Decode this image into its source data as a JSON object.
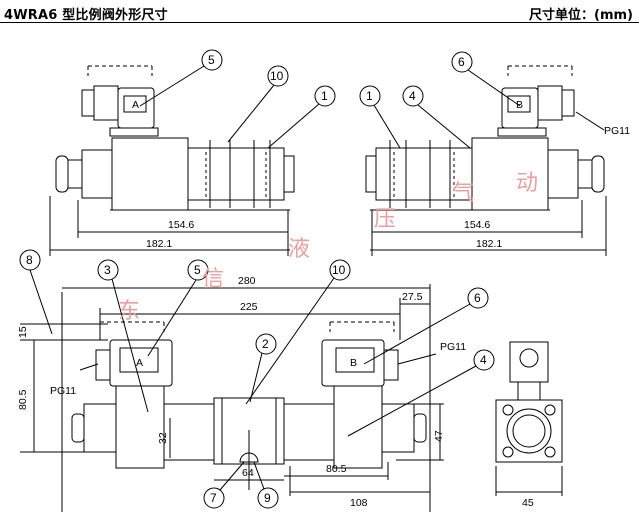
{
  "header": {
    "title": "4WRA6 型比例阀外形尺寸",
    "unit": "尺寸单位：(mm)"
  },
  "watermark": [
    "东",
    "信",
    "液",
    "压",
    "气",
    "动"
  ],
  "top_left_view": {
    "balloons": [
      "5",
      "10",
      "1"
    ],
    "coil_letter": "A",
    "dims": [
      "154.6",
      "182.1"
    ]
  },
  "top_right_view": {
    "balloons": [
      "6",
      "1",
      "4"
    ],
    "coil_letter": "B",
    "pg_label": "PG11",
    "dims": [
      "154.6",
      "182.1"
    ]
  },
  "front_view": {
    "balloons": [
      "8",
      "3",
      "5",
      "10",
      "2",
      "6",
      "4",
      "7",
      "9"
    ],
    "coil_a": "A",
    "coil_b": "B",
    "pg_left": "PG11",
    "pg_right": "PG11",
    "dims": {
      "total": "280",
      "inner": "225",
      "right_end": "27.5",
      "left_small": "15",
      "height": "80.5",
      "body_h": "32",
      "center": "64",
      "right_inner": "80.5",
      "right_outer": "108"
    }
  },
  "side_view": {
    "dims": [
      "47",
      "45"
    ]
  },
  "colors": {
    "line": "#000000",
    "watermark": "#e8a0a0"
  }
}
